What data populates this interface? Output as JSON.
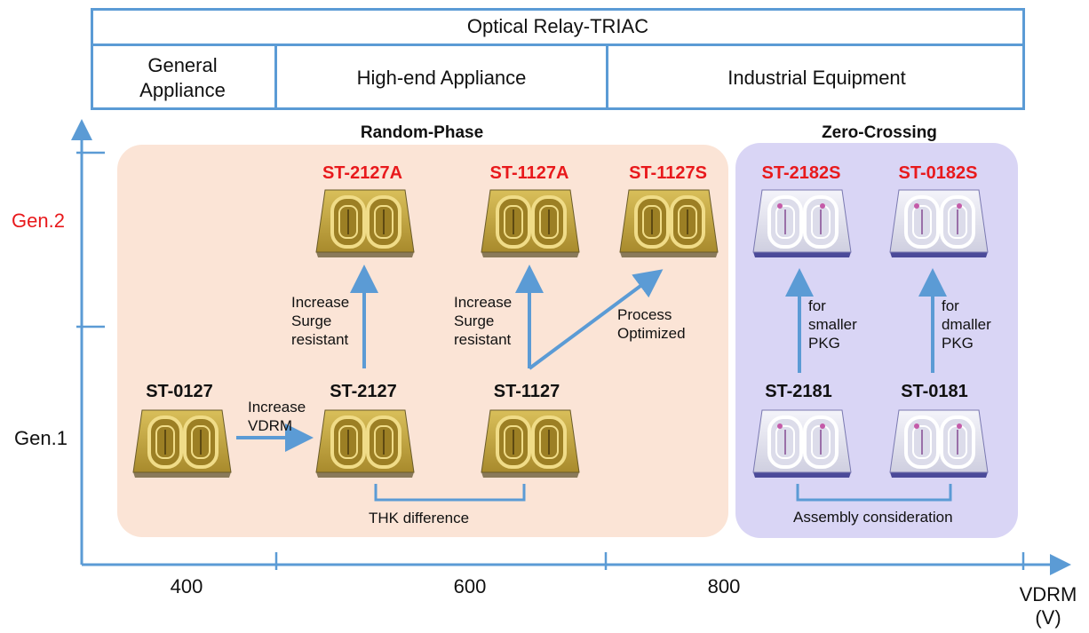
{
  "header": {
    "title": "Optical Relay-TRIAC",
    "segments": [
      "General\nAppliance",
      "High-end Appliance",
      "Industrial Equipment"
    ]
  },
  "y_axis": {
    "gen2": "Gen.2",
    "gen1": "Gen.1"
  },
  "x_axis": {
    "ticks": [
      "400",
      "600",
      "800"
    ],
    "label": "VDRM\n(V)"
  },
  "regions": {
    "random_phase": "Random-Phase",
    "zero_crossing": "Zero-Crossing"
  },
  "chips": {
    "st2127a": "ST-2127A",
    "st1127a": "ST-1127A",
    "st1127s": "ST-1127S",
    "st2182s": "ST-2182S",
    "st0182s": "ST-0182S",
    "st0127": "ST-0127",
    "st2127": "ST-2127",
    "st1127": "ST-1127",
    "st2181": "ST-2181",
    "st0181": "ST-0181"
  },
  "notes": {
    "increase_vdrm": "Increase\nVDRM",
    "surge1": "Increase\nSurge\nresistant",
    "surge2": "Increase\nSurge\nresistant",
    "process": "Process\nOptimized",
    "smaller": "for\nsmaller\nPKG",
    "dmaller": "for\ndmaller\nPKG",
    "thk": "THK difference",
    "assembly": "Assembly consideration"
  },
  "colors": {
    "axis": "#5b9bd5",
    "random_bg": "#fbe4d6",
    "zero_bg": "#d9d5f5",
    "red_label": "#e8191c",
    "gold_chip": "#b59a3a",
    "white_chip": "#e6e6ee"
  }
}
